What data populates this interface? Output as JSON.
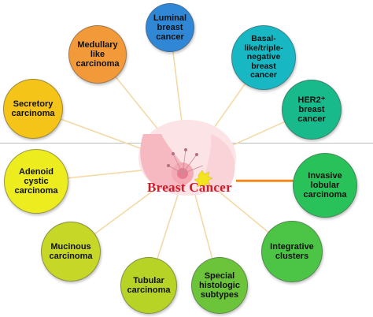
{
  "center": {
    "label": "Breast Cancer"
  },
  "nodes": {
    "luminal": {
      "label": "Luminal\nbreast\ncancer",
      "color": "#2f87d6"
    },
    "basal": {
      "label": "Basal-\nlike/triple-\nnegative\nbreast\ncancer",
      "color": "#17b8c4"
    },
    "her2": {
      "label": "HER2⁺\nbreast\ncancer",
      "color": "#18b98a"
    },
    "invasive": {
      "label": "Invasive\nlobular\ncarcinoma",
      "color": "#29c25a"
    },
    "integrative": {
      "label": "Integrative\nclusters",
      "color": "#4cc445"
    },
    "special": {
      "label": "Special\nhistologic\nsubtypes",
      "color": "#6cc43a"
    },
    "tubular": {
      "label": "Tubular\ncarcinoma",
      "color": "#b6d326"
    },
    "mucinous": {
      "label": "Mucinous\ncarcinoma",
      "color": "#c6d728"
    },
    "adenoid": {
      "label": "Adenoid\ncystic\ncarcinoma",
      "color": "#ecec1f"
    },
    "secretory": {
      "label": "Secretory\ncarcinoma",
      "color": "#f4c418"
    },
    "medullary": {
      "label": "Medullary\nlike\ncarcinoma",
      "color": "#f29a3a"
    }
  },
  "colors": {
    "connector": "#f3d9a6",
    "highlight_connector": "#f08a1c",
    "center_text": "#d11a2a"
  }
}
